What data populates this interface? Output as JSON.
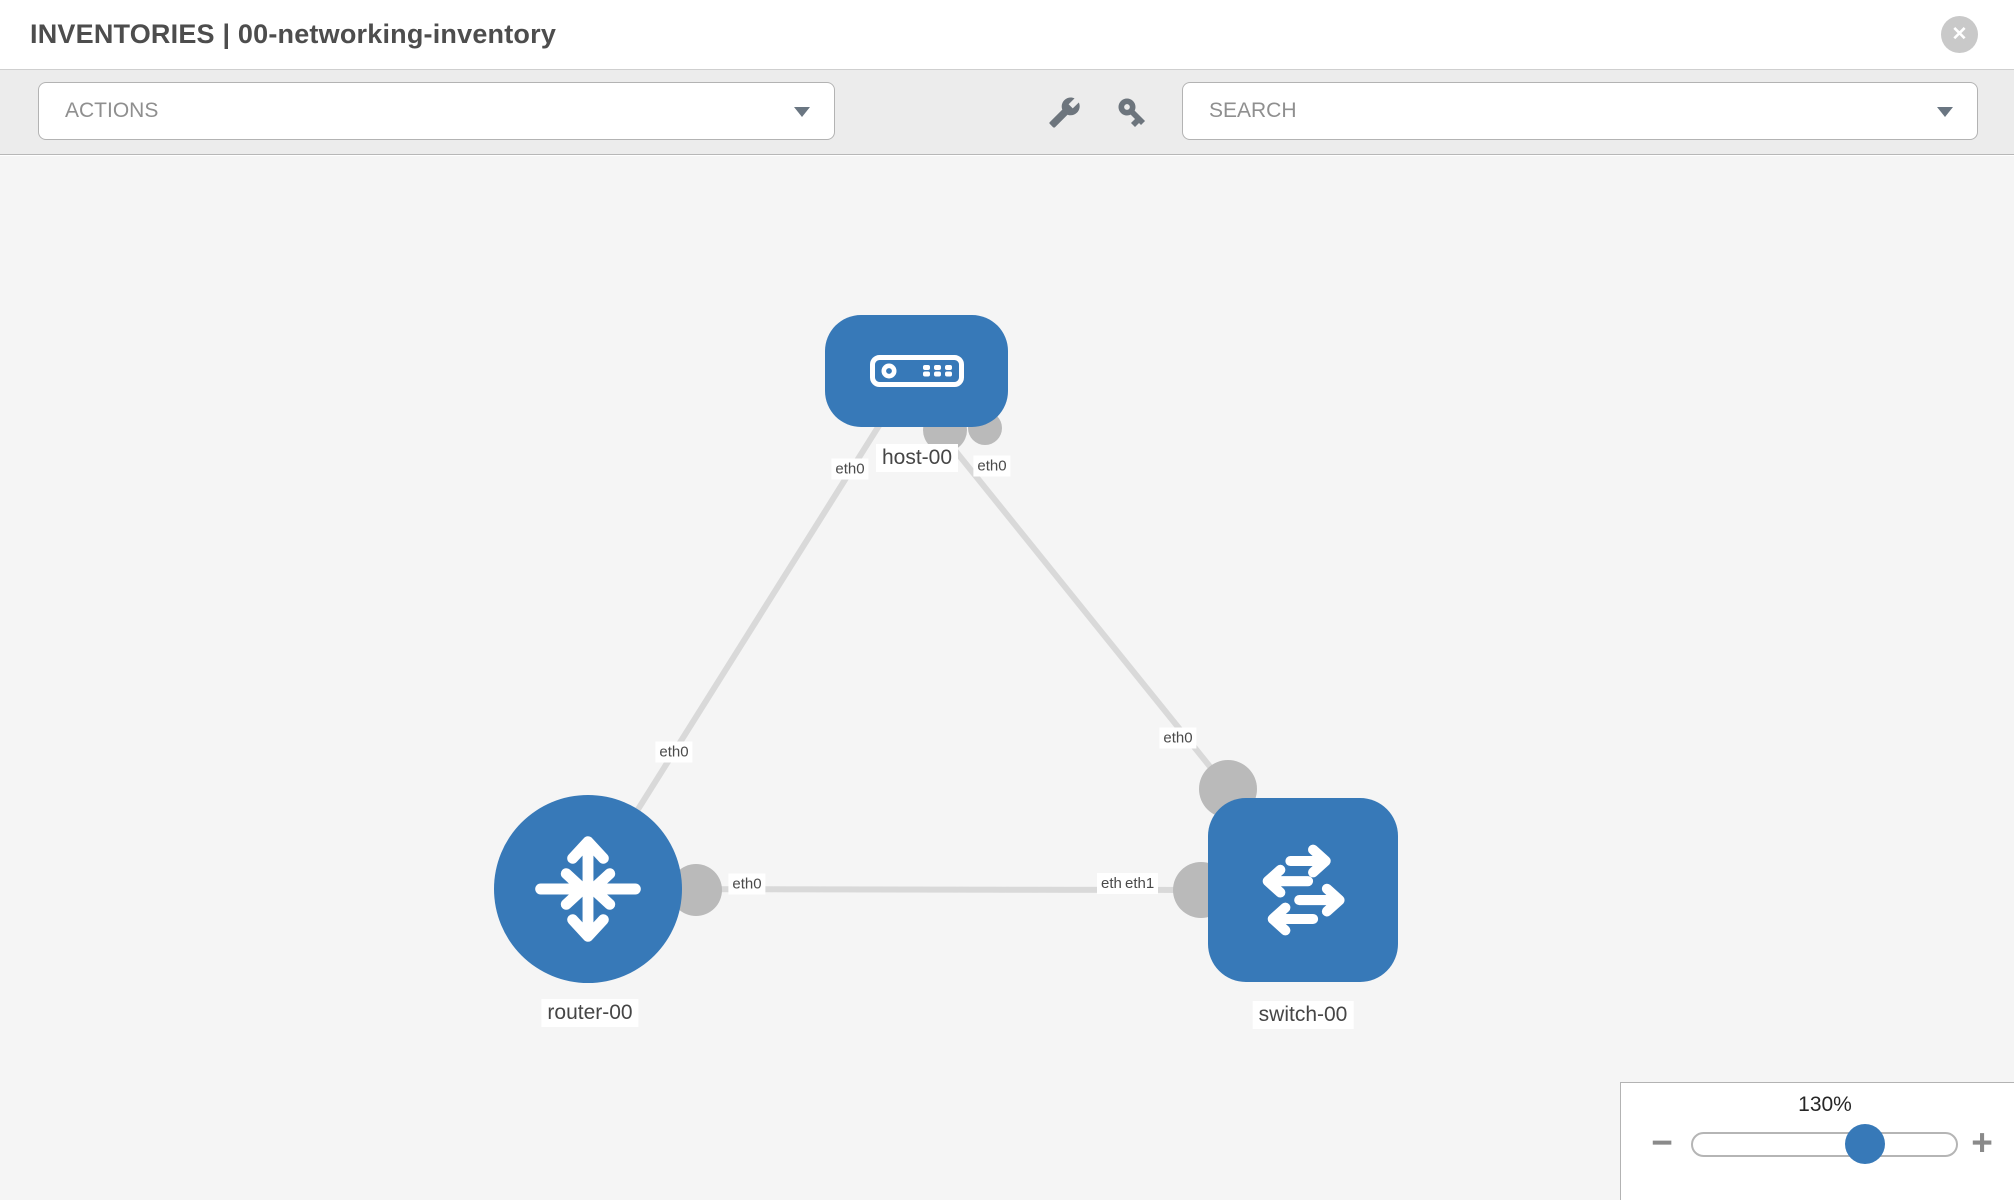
{
  "header": {
    "title": "INVENTORIES | 00-networking-inventory",
    "close_glyph": "✕"
  },
  "toolbar": {
    "actions_label": "ACTIONS",
    "search_placeholder": "SEARCH",
    "icons": [
      "wrench-icon",
      "key-icon"
    ]
  },
  "topology": {
    "nodes": [
      {
        "label": "host-00",
        "type": "host"
      },
      {
        "label": "router-00",
        "type": "router"
      },
      {
        "label": "switch-00",
        "type": "switch"
      }
    ],
    "links": [
      {
        "source": "host-00",
        "source_iface": "eth0",
        "target": "router-00",
        "target_iface": "eth0"
      },
      {
        "source": "host-00",
        "source_iface": "eth0",
        "target": "switch-00",
        "target_iface": "eth0"
      },
      {
        "source": "router-00",
        "source_iface": "eth0",
        "target": "switch-00",
        "target_iface": "eth1"
      }
    ],
    "iface_labels": [
      {
        "text": "eth0",
        "link": "host-router",
        "end": "host"
      },
      {
        "text": "eth0",
        "link": "host-switch",
        "end": "host"
      },
      {
        "text": "eth0",
        "link": "host-router",
        "end": "router"
      },
      {
        "text": "eth0",
        "link": "host-switch",
        "end": "switch"
      },
      {
        "text": "eth0",
        "link": "router-switch",
        "end": "router"
      },
      {
        "text": "eth0",
        "link": "router-switch",
        "end": "switch"
      },
      {
        "text": "eth1",
        "link": "router-switch",
        "end": "switch"
      }
    ]
  },
  "zoom_control": {
    "value": "130%",
    "minus_glyph": "−",
    "plus_glyph": "+"
  },
  "colors": {
    "node_blue": "#3779b8",
    "link_gray": "#d9d9d9",
    "interface_dot_gray": "#bababa",
    "canvas_bg": "#f5f5f5",
    "toolbar_bg": "#ececec"
  }
}
